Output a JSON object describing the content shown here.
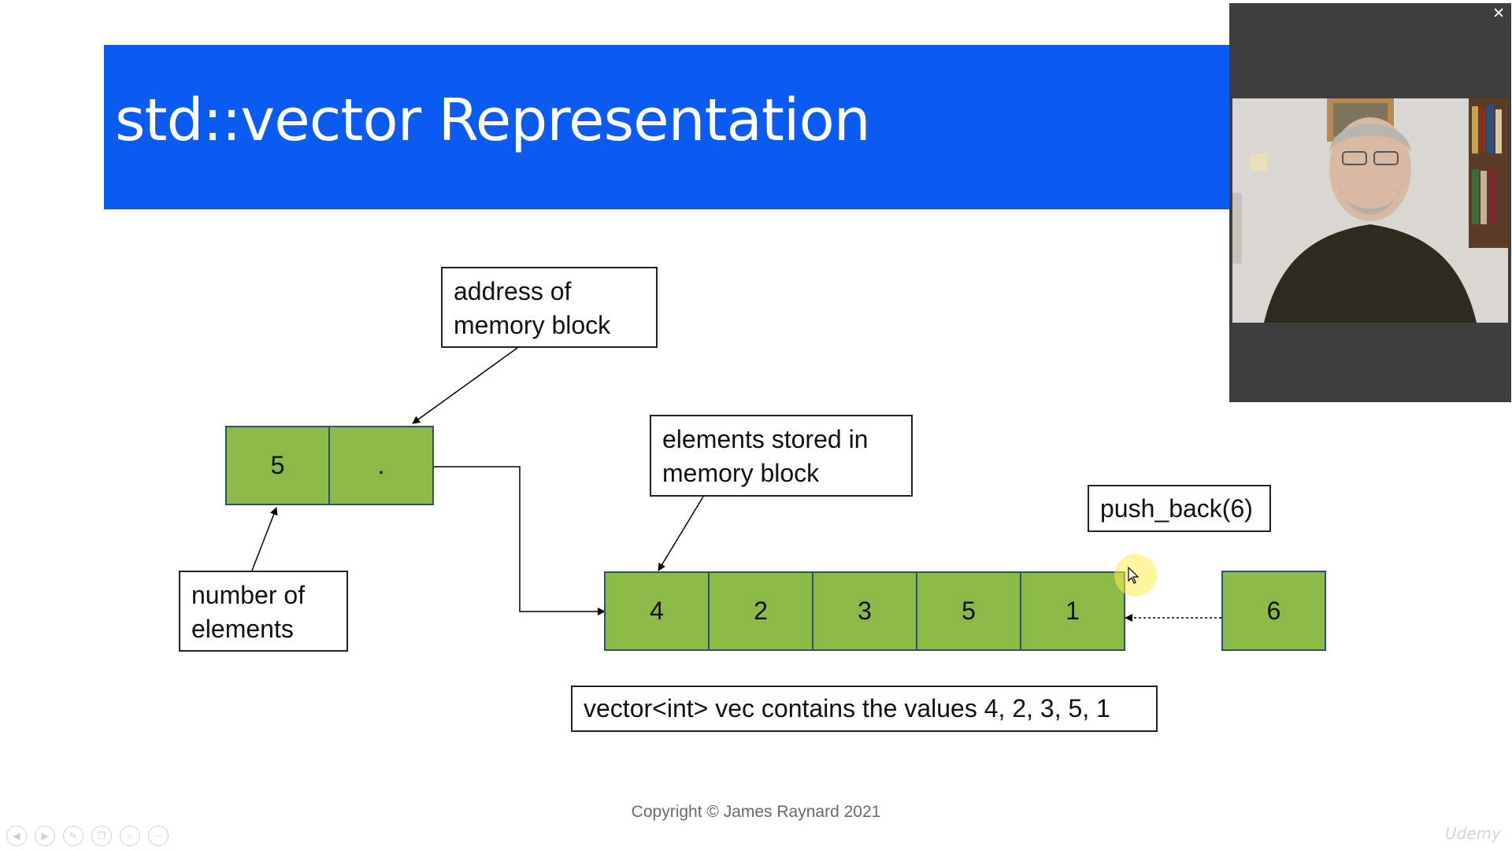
{
  "slide": {
    "title": "std::vector Representation",
    "header_cells": [
      "5",
      "."
    ],
    "element_cells": [
      "4",
      "2",
      "3",
      "5",
      "1"
    ],
    "new_cell": "6",
    "labels": {
      "address": "address of\nmemory block",
      "elements_stored": "elements stored in\nmemory block",
      "push_back": "push_back(6)",
      "number_of_elements": "number of\nelements",
      "caption": "vector<int> vec contains the values 4, 2, 3, 5, 1"
    },
    "copyright": "Copyright © James Raynard 2021",
    "colors": {
      "banner": "#0b5bf0",
      "cell_fill": "#8bba49",
      "cell_border": "#2f4f6f"
    }
  },
  "webcam": {
    "close_label": "✕"
  },
  "player": {
    "watermark": "Udemy",
    "controls": [
      "previous-icon",
      "play-icon",
      "pen-icon",
      "copy-slides-icon",
      "zoom-icon",
      "more-icon"
    ]
  }
}
